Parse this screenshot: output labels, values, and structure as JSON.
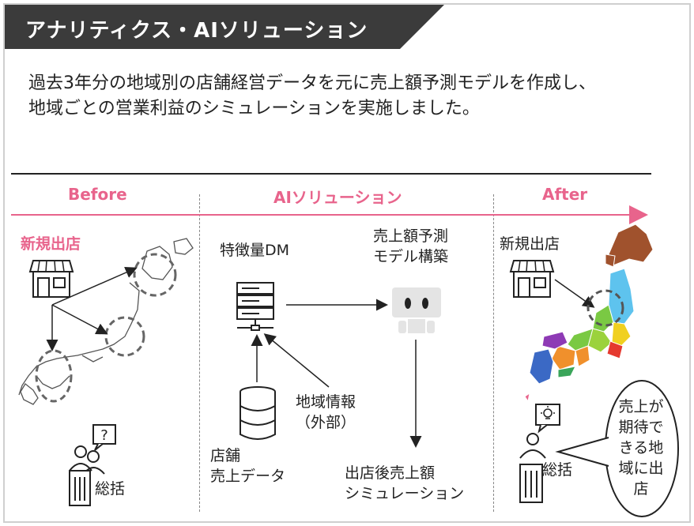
{
  "header": {
    "title": "アナリティクス・AIソリューション"
  },
  "intro": {
    "line1": "過去3年分の地域別の店舗経営データを元に売上額予測モデルを作成し、",
    "line2": "地域ごとの営業利益のシミュレーションを実施しました。"
  },
  "sections": {
    "before": "Before",
    "ai": "AIソリューション",
    "after": "After"
  },
  "before": {
    "new_store": "新規出店",
    "hq": "総括"
  },
  "ai": {
    "features": "特徴量DM",
    "model_line1": "売上額予測",
    "model_line2": "モデル構築",
    "external_line1": "地域情報",
    "external_line2": "（外部）",
    "store_line1": "店舗",
    "store_line2": "売上データ",
    "sim_line1": "出店後売上額",
    "sim_line2": "シミュレーション"
  },
  "after": {
    "new_store": "新規出店",
    "hq": "総括",
    "bubble": [
      "売上が",
      "期待で",
      "きる地",
      "域に出",
      "店"
    ]
  },
  "colors": {
    "accent": "#e8648c",
    "header_bg": "#3b3b3b"
  }
}
